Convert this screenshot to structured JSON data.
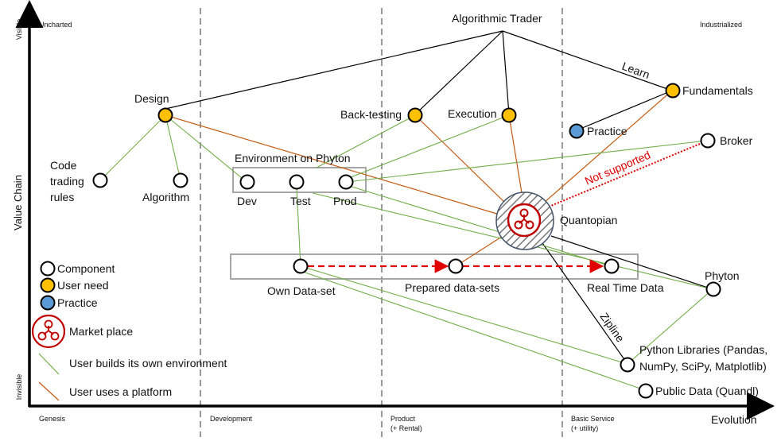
{
  "title": "Algorithmic Trader",
  "axes": {
    "y_title": "Value Chain",
    "y_top": "Visible",
    "y_bottom": "Invisible",
    "x_title": "Evolution",
    "stages": [
      {
        "label": "Genesis",
        "sub": ""
      },
      {
        "label": "Development",
        "sub": ""
      },
      {
        "label": "Product",
        "sub": "(+ Rental)"
      },
      {
        "label": "Basic Service",
        "sub": "(+ utility)"
      }
    ],
    "corner_left": "Uncharted",
    "corner_right": "Industrialized"
  },
  "colors": {
    "user_need": "#FFC000",
    "practice": "#5B9BD5",
    "component": "#FFFFFF",
    "own_env_line": "#70AD47",
    "platform_line": "#C55A11",
    "dependency_line": "#000000",
    "market": "#C00000",
    "not_supported": "#E00000"
  },
  "nodes": {
    "design": "Design",
    "code_rules": [
      "Code",
      "trading",
      "rules"
    ],
    "algorithm": "Algorithm",
    "env_group": "Environment on Phyton",
    "dev": "Dev",
    "test": "Test",
    "prod": "Prod",
    "backtesting": "Back-testing",
    "execution": "Execution",
    "fundamentals": "Fundamentals",
    "practice": "Practice",
    "broker": "Broker",
    "quantopian": "Quantopian",
    "own_data": "Own Data-set",
    "prepared_data": "Prepared data-sets",
    "realtime_data": "Real Time Data",
    "phyton": "Phyton",
    "python_libs": [
      "Python Libraries (Pandas,",
      "NumPy, SciPy, Matplotlib)"
    ],
    "public_data": "Public Data (Quandl)"
  },
  "edge_labels": {
    "learn": "Learn",
    "not_supported": "Not supported",
    "zipline": "Zipline"
  },
  "legend": {
    "component": "Component",
    "user_need": "User need",
    "practice": "Practice",
    "market": "Market place",
    "own_env": "User builds its own environment",
    "platform": "User uses a platform"
  }
}
